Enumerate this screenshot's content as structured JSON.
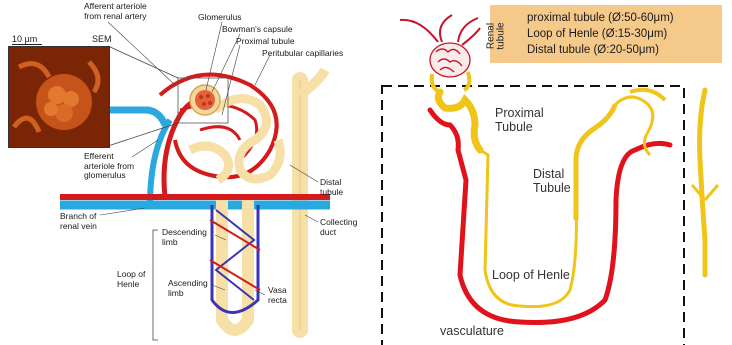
{
  "left_panel": {
    "scale_bar": "10 µm",
    "sem_label": "SEM",
    "labels": {
      "afferent": "Afferent arteriole\nfrom renal artery",
      "glomerulus": "Glomerulus",
      "bowman": "Bowman's capsule",
      "proximal": "Proximal tubule",
      "peritubular": "Peritubular capillaries",
      "efferent": "Efferent\narteriole from\nglomerulus",
      "distal": "Distal\ntubule",
      "branch": "Branch of\nrenal vein",
      "collecting": "Collecting\nduct",
      "descending": "Descending\nlimb",
      "loop": "Loop of\nHenle",
      "ascending": "Ascending\nlimb",
      "vasa": "Vasa\nrecta"
    }
  },
  "right_panel": {
    "legend": {
      "side_label": "Renal\ntubule",
      "lines": [
        "proximal tubule (Ø:50-60μm)",
        "Loop of Henle (Ø:15-30μm)",
        "Distal tubule (Ø:20-50μm)"
      ]
    },
    "labels": {
      "proximal": "Proximal\nTubule",
      "distal": "Distal\nTubule",
      "loop": "Loop of Henle",
      "vasculature": "vasculature"
    }
  },
  "colors": {
    "tubule": "#f0c418",
    "vessel": "#e0121b",
    "vein": "#29a9df",
    "vasa": "#3a35b8",
    "legend_bg": "#f5c98a"
  }
}
